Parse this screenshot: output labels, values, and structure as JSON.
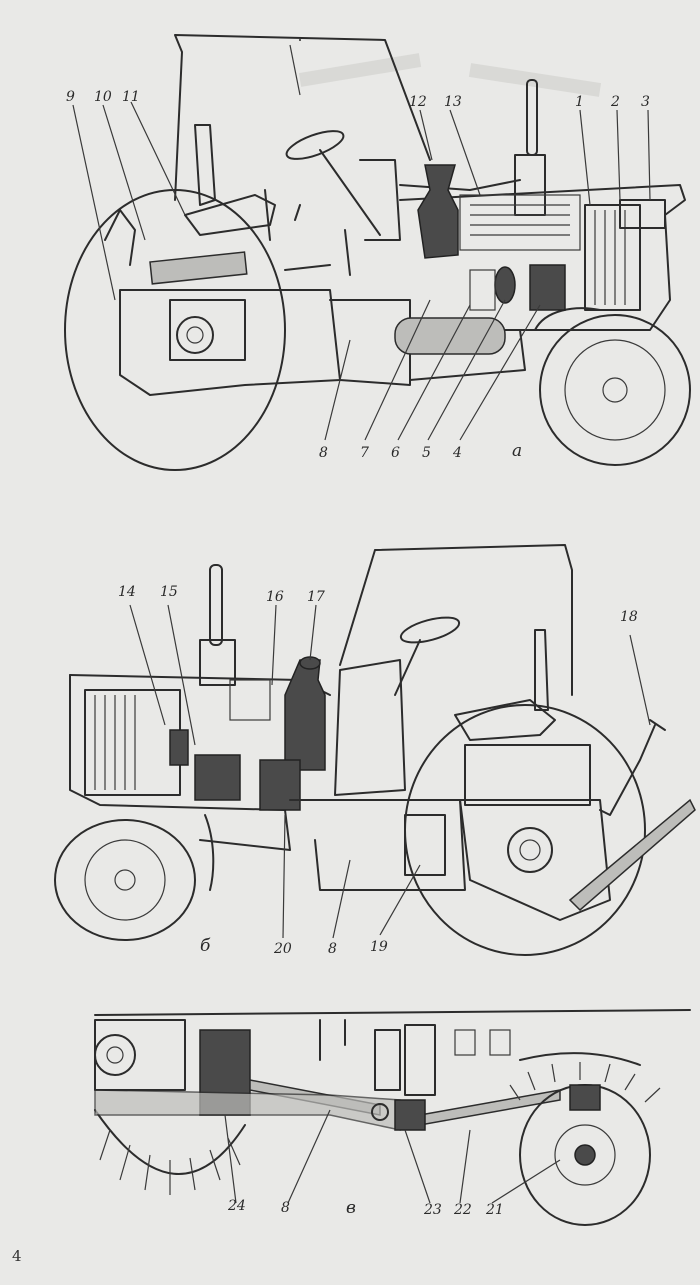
{
  "figure_a": {
    "sublabel": "а",
    "top_labels": [
      "9",
      "10",
      "11",
      "12",
      "13",
      "1",
      "2",
      "3"
    ],
    "bottom_labels": [
      "8",
      "7",
      "6",
      "5",
      "4"
    ]
  },
  "figure_b": {
    "sublabel": "б",
    "top_labels": [
      "14",
      "15",
      "16",
      "17",
      "18"
    ],
    "bottom_labels": [
      "20",
      "8",
      "19"
    ]
  },
  "figure_c": {
    "sublabel": "в",
    "bottom_labels": [
      "24",
      "8",
      "23",
      "22",
      "21"
    ]
  },
  "page_number": "4"
}
